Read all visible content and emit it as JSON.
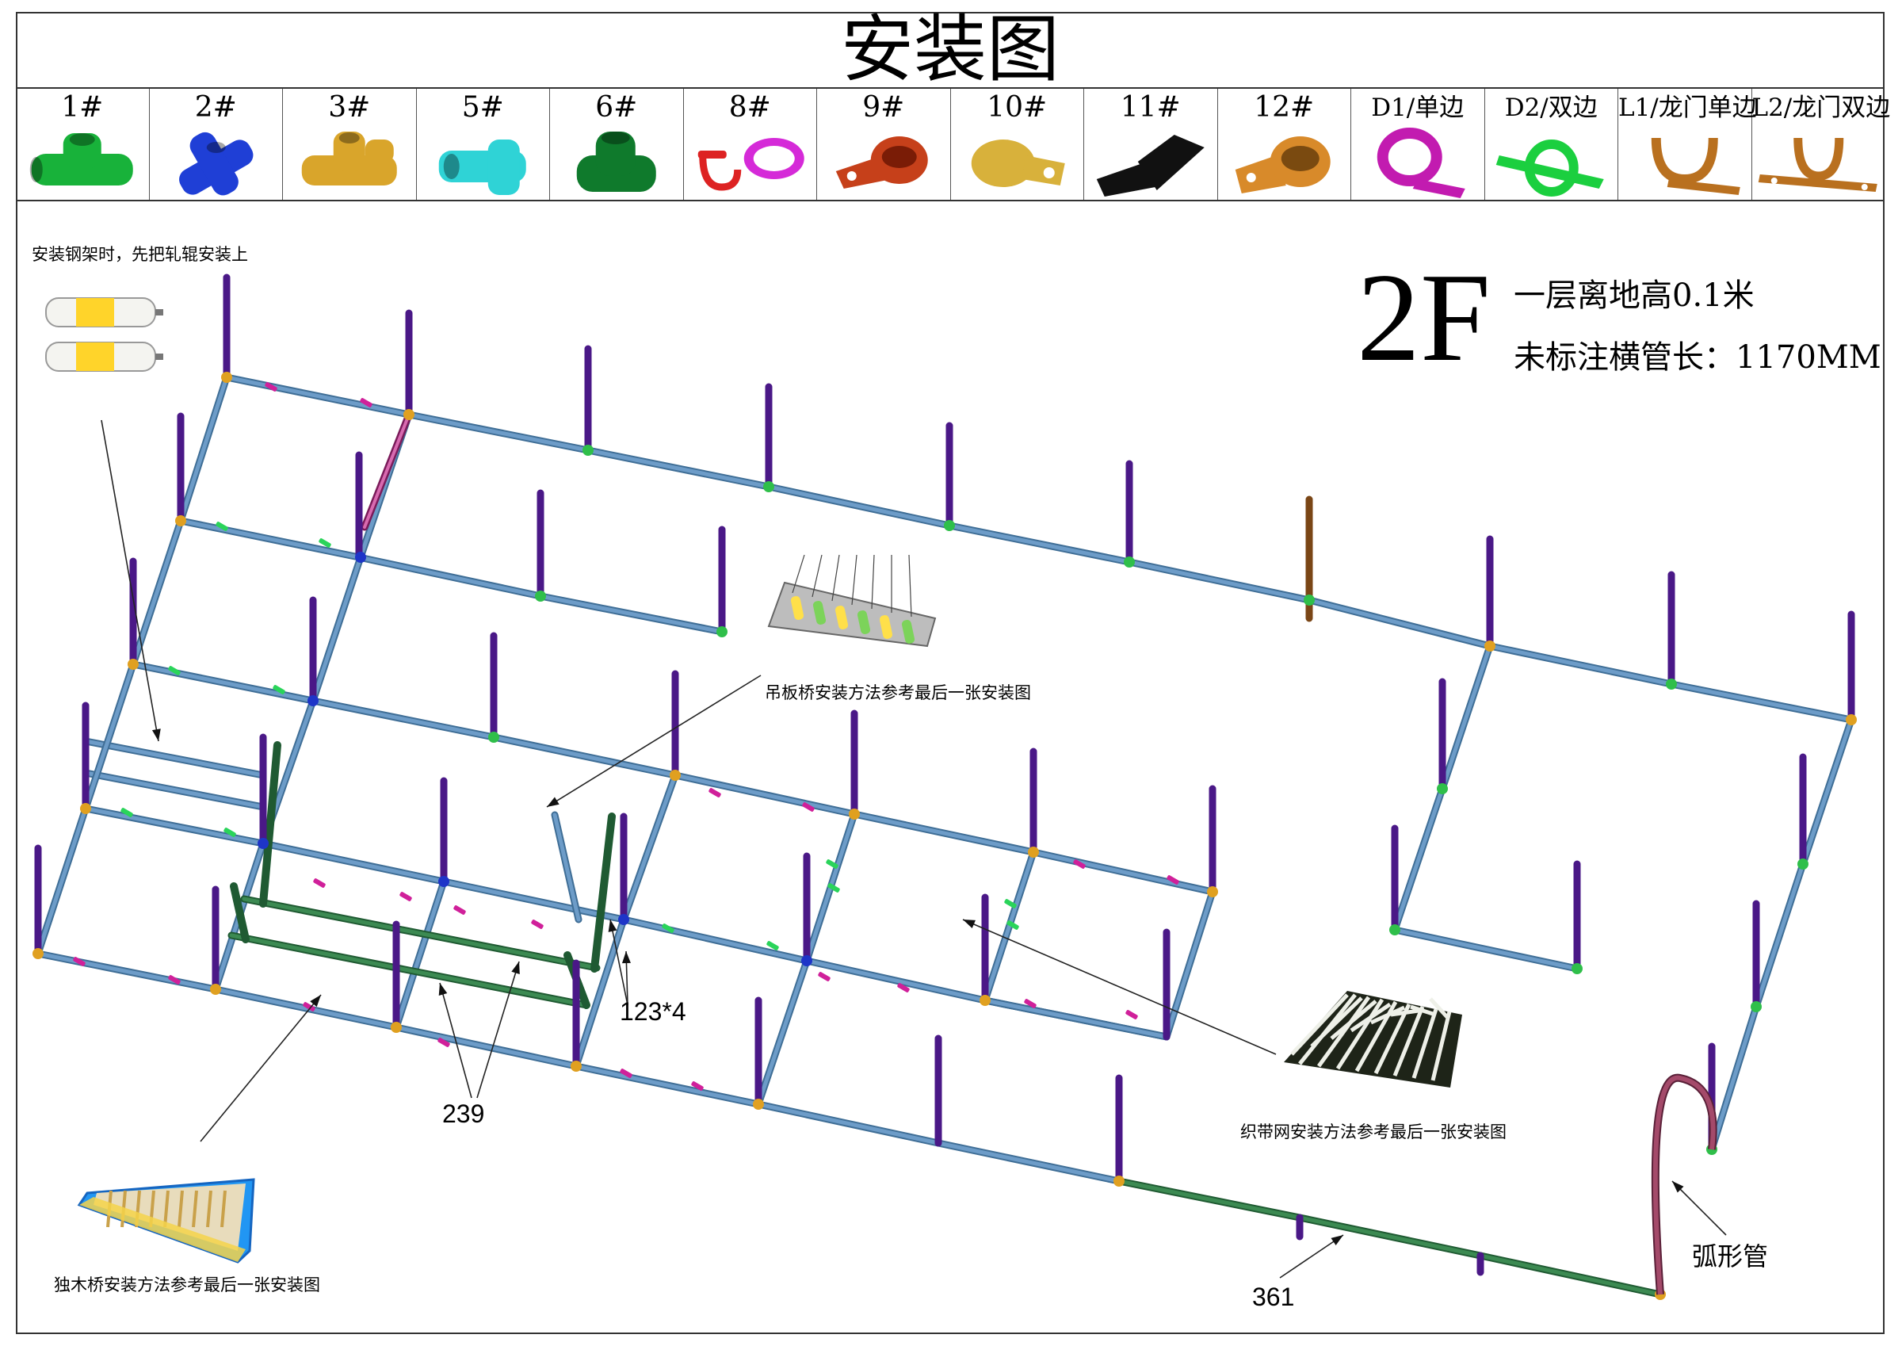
{
  "title": "安装图",
  "parts": [
    {
      "label": "1#",
      "icon": "tee-connector-icon",
      "color": "#18b23a"
    },
    {
      "label": "2#",
      "icon": "cross-connector-icon",
      "color": "#1f3fd6"
    },
    {
      "label": "3#",
      "icon": "three-way-connector-icon",
      "color": "#d9a52b"
    },
    {
      "label": "5#",
      "icon": "side-outlet-tee-icon",
      "color": "#2fd3d6"
    },
    {
      "label": "6#",
      "icon": "elbow-connector-icon",
      "color": "#0f7a2c"
    },
    {
      "label": "8#",
      "icon": "shackle-clamp-icon",
      "color": "#d52ad8"
    },
    {
      "label": "9#",
      "icon": "single-tab-clamp-icon",
      "color": "#c6401a"
    },
    {
      "label": "10#",
      "icon": "offset-clamp-icon",
      "color": "#d8b13b"
    },
    {
      "label": "11#",
      "icon": "angled-joint-icon",
      "color": "#111111"
    },
    {
      "label": "12#",
      "icon": "flange-base-icon",
      "color": "#d88a2a"
    },
    {
      "label": "D1/单边",
      "icon": "single-side-clamp-icon",
      "color": "#c21bb0"
    },
    {
      "label": "D2/双边",
      "icon": "double-side-clamp-icon",
      "color": "#1bcf3f"
    },
    {
      "label": "L1/龙门单边",
      "icon": "gantry-single-clamp-icon",
      "color": "#b9701f"
    },
    {
      "label": "L2/龙门双边",
      "icon": "gantry-double-clamp-icon",
      "color": "#b9701f"
    }
  ],
  "notes": {
    "roller": "安装钢架时，先把轧辊安装上",
    "hanging_bridge": "吊板桥安装方法参考最后一张安装图",
    "webbing_net": "织带网安装方法参考最后一张安装图",
    "log_bridge": "独木桥安装方法参考最后一张安装图",
    "arc_pipe": "弧形管"
  },
  "labels": {
    "floor": "2F",
    "height_note": "一层离地高0.1米",
    "pipe_note": "未标注横管长：1170MM",
    "dim_123": "123*4",
    "dim_239": "239",
    "dim_361": "361"
  },
  "colors": {
    "post": "#4a1887",
    "pipe": "#6d9cc8",
    "pipe_dark": "#3f6e96",
    "green_pipe": "#3c8a52",
    "connector_orange": "#e0a020",
    "connector_blue": "#1e35c8",
    "clip_magenta": "#d0209a",
    "clip_green": "#2ad45a",
    "brown_post": "#7a4616",
    "arc": "#a44a6a"
  }
}
